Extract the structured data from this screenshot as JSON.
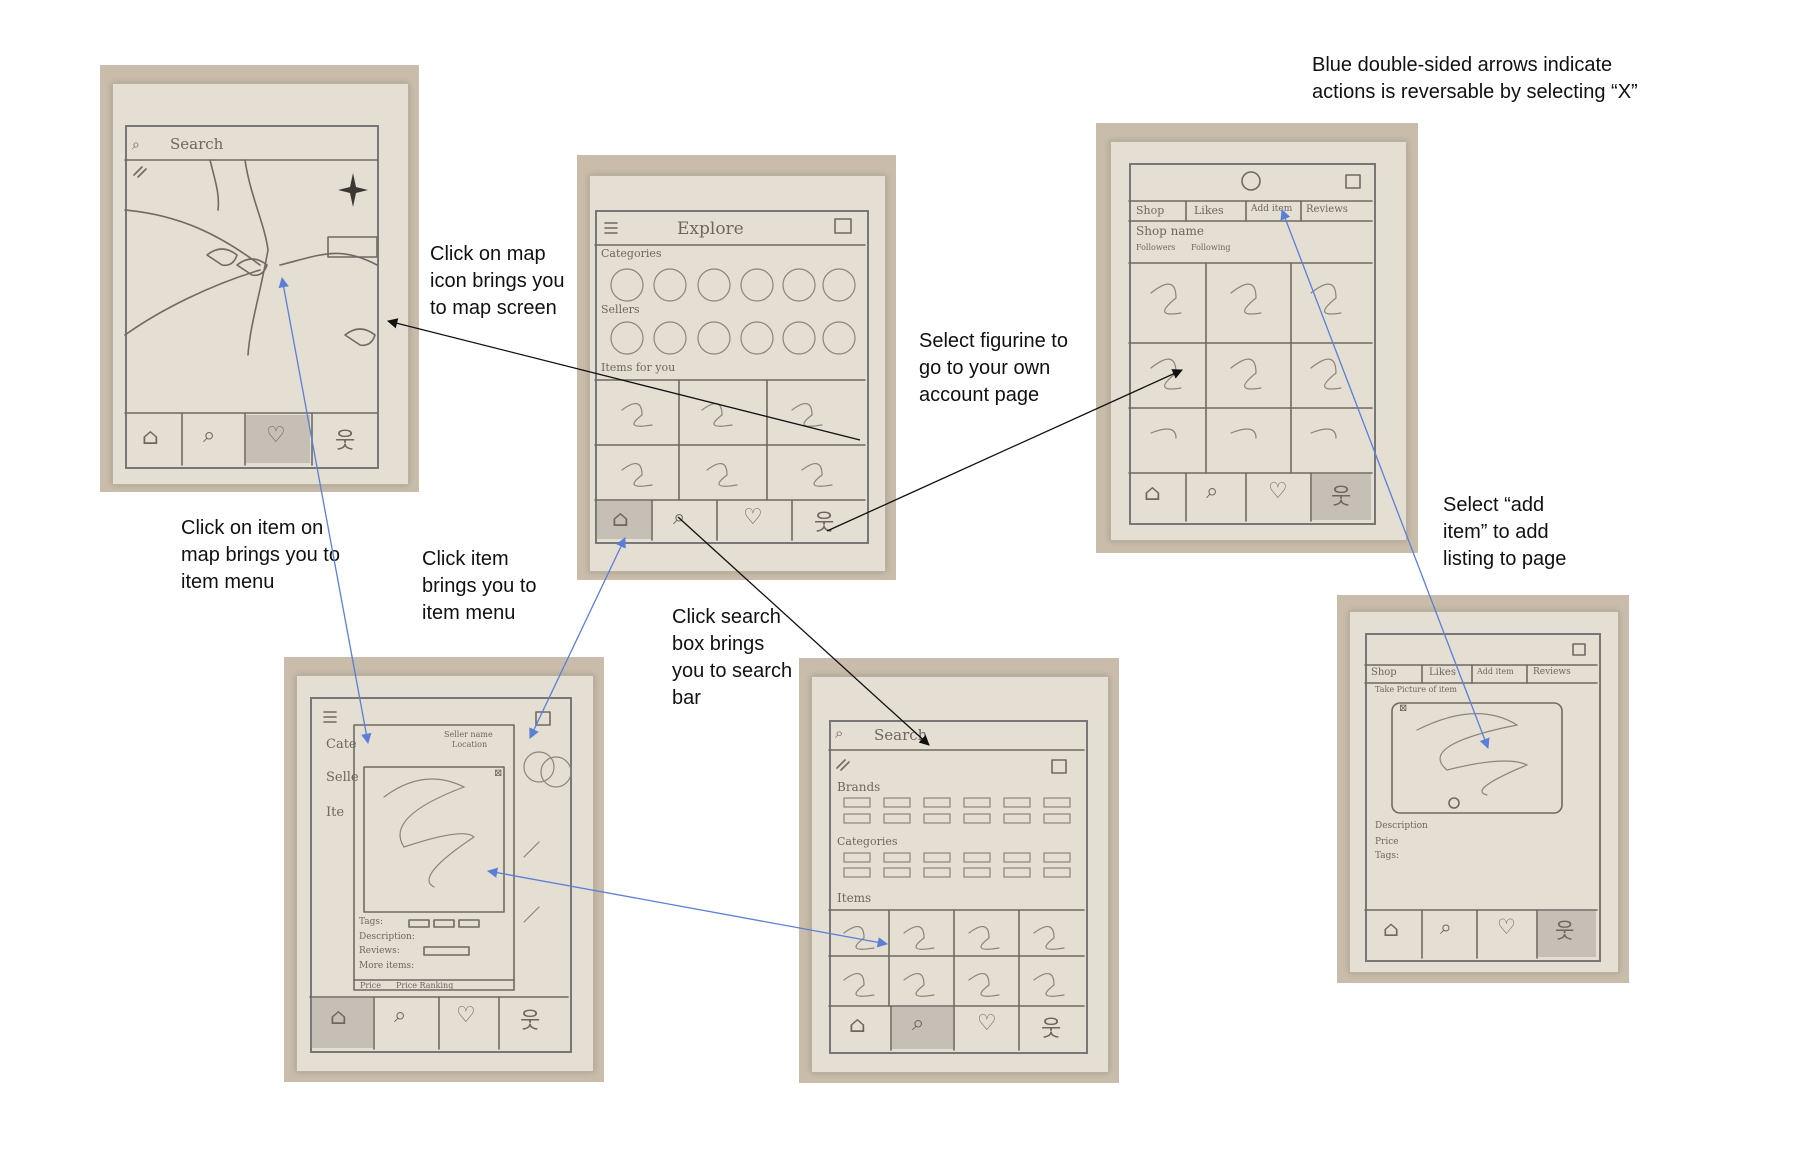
{
  "annotations": {
    "legend": "Blue double-sided arrows indicate actions is reversable by selecting “X”",
    "map_click": "Click on map icon brings you to map screen",
    "figurine": "Select figurine to go to your own account page",
    "item_on_map": "Click on item on map brings you to item menu",
    "click_item": "Click item brings you to item menu",
    "search_box": "Click search box brings you to search bar",
    "add_item": "Select “add item” to add listing to page"
  },
  "screens": {
    "map": {
      "search": "Search"
    },
    "explore": {
      "title": "Explore",
      "categories": "Categories",
      "sellers": "Sellers",
      "items": "Items for you"
    },
    "account": {
      "tabs": [
        "Shop",
        "Likes",
        "Add item",
        "Reviews"
      ],
      "shop_name": "Shop name",
      "followers": "Followers",
      "following": "Following"
    },
    "item": {
      "seller": "Seller name",
      "location": "Location",
      "tags": "Tags:",
      "description": "Description:",
      "reviews": "Reviews:",
      "more": "More items:",
      "price": "Price",
      "price_ranking": "Price Ranking",
      "cat": "Cate",
      "sel": "Selle",
      "ite": "Ite"
    },
    "search": {
      "search": "Search",
      "brands": "Brands",
      "categories": "Categories",
      "items": "Items"
    },
    "add_item": {
      "tabs": [
        "Shop",
        "Likes",
        "Add item",
        "Reviews"
      ],
      "take_picture": "Take Picture of item",
      "description": "Description",
      "price": "Price",
      "tags": "Tags:"
    }
  },
  "colors": {
    "blue_arrow": "#5b7fd6",
    "black_arrow": "#111111",
    "paper": "#e4ded3",
    "background": "#c9bcaa"
  },
  "icons": [
    "home-icon",
    "search-icon",
    "map-icon",
    "figurine-icon",
    "menu-icon",
    "bag-icon",
    "star-icon",
    "camera-icon"
  ]
}
